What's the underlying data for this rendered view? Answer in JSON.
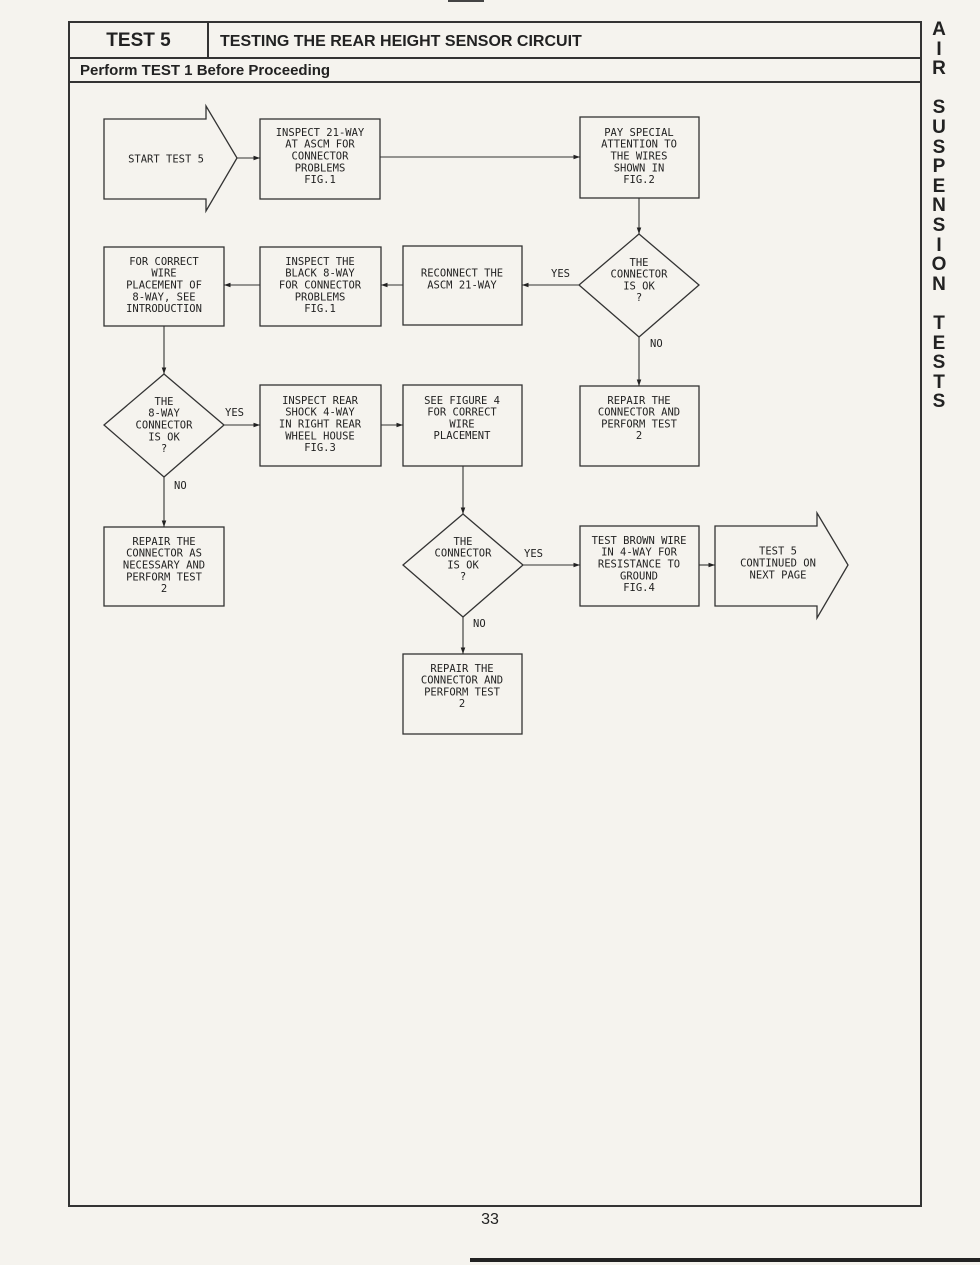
{
  "header": {
    "test_number": "TEST 5",
    "title": "TESTING THE REAR HEIGHT SENSOR CIRCUIT",
    "prerequisite": "Perform TEST 1 Before Proceeding"
  },
  "side_tab": [
    "A",
    "I",
    "R",
    "",
    "S",
    "U",
    "S",
    "P",
    "E",
    "N",
    "S",
    "I",
    "O",
    "N",
    "",
    "T",
    "E",
    "S",
    "T",
    "S"
  ],
  "page_number": "33",
  "flowchart": {
    "nodes": {
      "start": [
        "START TEST 5"
      ],
      "inspect_21way": [
        "INSPECT 21-WAY",
        "AT ASCM FOR",
        "CONNECTOR",
        "PROBLEMS",
        "FIG.1"
      ],
      "pay_attention": [
        "PAY SPECIAL",
        "ATTENTION TO",
        "THE WIRES",
        "SHOWN IN",
        "FIG.2"
      ],
      "connector_ok_1": [
        "THE",
        "CONNECTOR",
        "IS OK",
        "?"
      ],
      "reconnect": [
        "RECONNECT THE",
        "ASCM 21-WAY"
      ],
      "inspect_8way": [
        "INSPECT THE",
        "BLACK 8-WAY",
        "FOR CONNECTOR",
        "PROBLEMS",
        "FIG.1"
      ],
      "wire_placement_8way": [
        "FOR CORRECT",
        "WIRE",
        "PLACEMENT OF",
        "8-WAY, SEE",
        "INTRODUCTION"
      ],
      "repair_1": [
        "REPAIR THE",
        "CONNECTOR AND",
        "PERFORM TEST",
        "2"
      ],
      "connector_8way_ok": [
        "THE",
        "8-WAY",
        "CONNECTOR",
        "IS OK",
        "?"
      ],
      "inspect_shock": [
        "INSPECT REAR",
        "SHOCK 4-WAY",
        "IN RIGHT REAR",
        "WHEEL HOUSE",
        "FIG.3"
      ],
      "see_figure4": [
        "SEE FIGURE 4",
        "FOR CORRECT",
        "WIRE",
        "PLACEMENT"
      ],
      "repair_2": [
        "REPAIR THE",
        "CONNECTOR AS",
        "NECESSARY AND",
        "PERFORM TEST",
        "2"
      ],
      "connector_ok_2": [
        "THE",
        "CONNECTOR",
        "IS OK",
        "?"
      ],
      "test_brown": [
        "TEST BROWN WIRE",
        "IN 4-WAY FOR",
        "RESISTANCE TO",
        "GROUND",
        "FIG.4"
      ],
      "continued": [
        "TEST 5",
        "CONTINUED ON",
        "NEXT PAGE"
      ],
      "repair_3": [
        "REPAIR THE",
        "CONNECTOR AND",
        "PERFORM TEST",
        "2"
      ]
    },
    "labels": {
      "yes": "YES",
      "no": "NO"
    }
  }
}
